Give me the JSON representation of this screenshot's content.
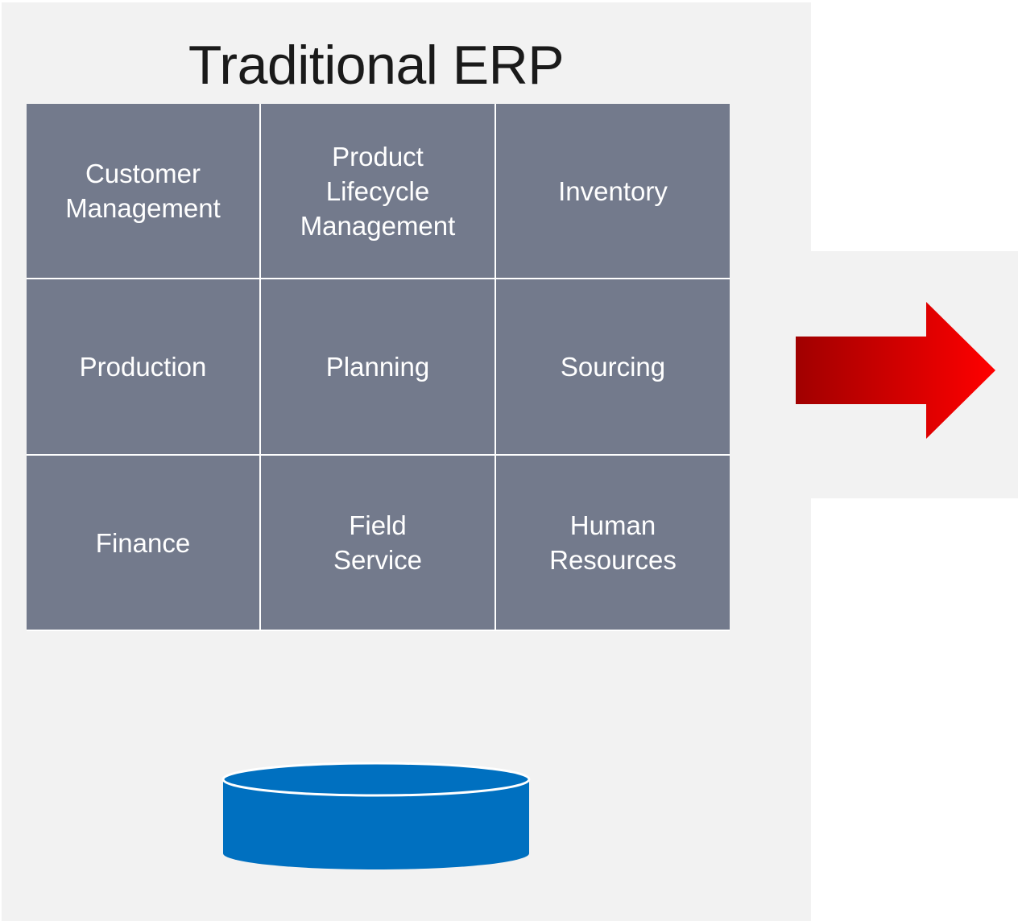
{
  "title": "Traditional ERP",
  "modules": [
    {
      "label": "Customer\nManagement"
    },
    {
      "label": "Product\nLifecycle\nManagement"
    },
    {
      "label": "Inventory"
    },
    {
      "label": "Production"
    },
    {
      "label": "Planning"
    },
    {
      "label": "Sourcing"
    },
    {
      "label": "Finance"
    },
    {
      "label": "Field\nService"
    },
    {
      "label": "Human\nResources"
    }
  ],
  "colors": {
    "panel_background": "#f2f2f2",
    "module_fill": "#737a8c",
    "module_text": "#ffffff",
    "database_fill": "#0070c0",
    "arrow_gradient_start": "#a00000",
    "arrow_gradient_end": "#ff0000"
  },
  "icons": {
    "database": "database-cylinder-icon",
    "arrow": "arrow-right-icon"
  }
}
